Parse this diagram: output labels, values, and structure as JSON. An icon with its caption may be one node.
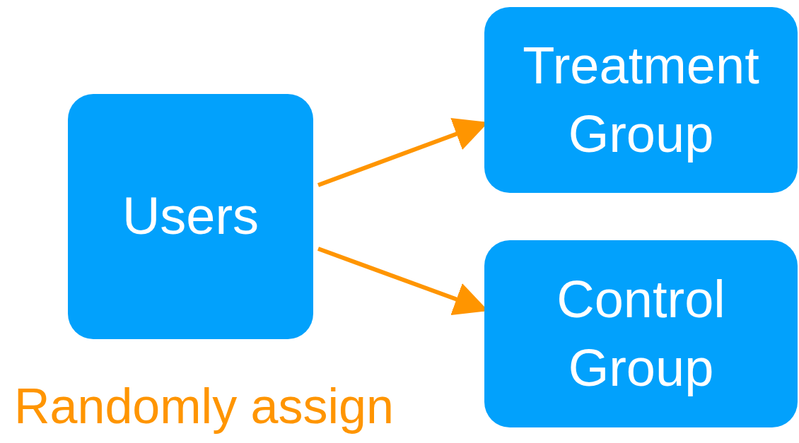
{
  "diagram": {
    "nodes": [
      {
        "text": [
          "Users"
        ]
      },
      {
        "text": [
          "Treatment Group"
        ]
      },
      {
        "text": [
          "Control Group"
        ]
      }
    ],
    "edges": [
      {
        "from": 0,
        "to": 1,
        "arrow": "to"
      },
      {
        "from": 0,
        "to": 2,
        "arrow": "to"
      }
    ],
    "labels": [
      "Randomly assign"
    ]
  }
}
